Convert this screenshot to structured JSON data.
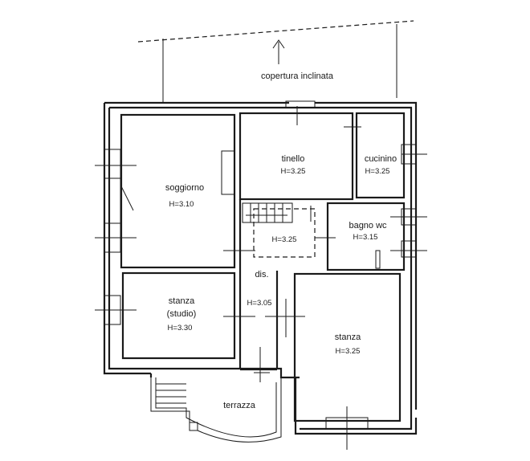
{
  "roof": {
    "label": "copertura inclinata"
  },
  "rooms": {
    "soggiorno": {
      "name": "soggiorno",
      "height": "H=3.10"
    },
    "tinello": {
      "name": "tinello",
      "height": "H=3.25"
    },
    "cucinino": {
      "name": "cucinino",
      "height": "H=3.25"
    },
    "bagno": {
      "name": "bagno wc",
      "height": "H=3.15"
    },
    "disimpegno": {
      "name": "dis.",
      "height": "H=3.05"
    },
    "stair_area": {
      "height": "H=3.25"
    },
    "studio": {
      "name": "stanza",
      "subname": "(studio)",
      "height": "H=3.30"
    },
    "stanza": {
      "name": "stanza",
      "height": "H=3.25"
    },
    "terrazza": {
      "name": "terrazza"
    }
  }
}
